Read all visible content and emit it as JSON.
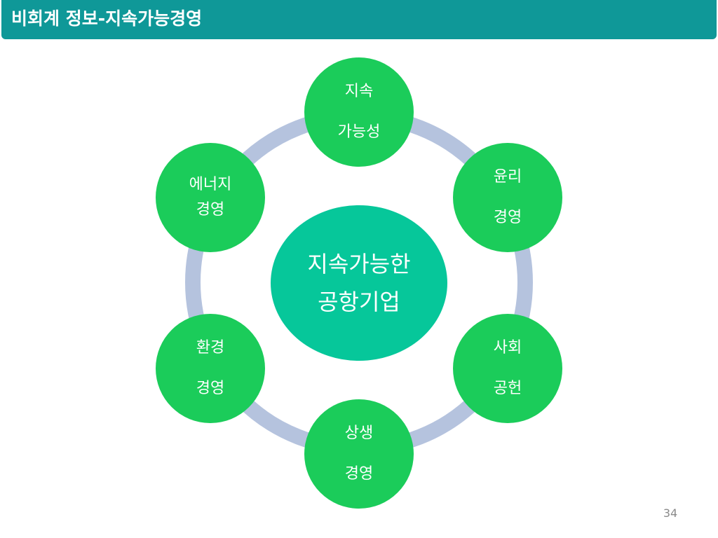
{
  "header": {
    "title": "비회계 정보-지속가능경영"
  },
  "diagram": {
    "center": {
      "line1": "지속가능한",
      "line2": "공항기업"
    },
    "nodes": [
      {
        "line1": "지속",
        "line2": "가능성"
      },
      {
        "line1": "윤리",
        "line2": "경영"
      },
      {
        "line1": "사회",
        "line2": "공헌"
      },
      {
        "line1": "상생",
        "line2": "경영"
      },
      {
        "line1": "환경",
        "line2": "경영"
      },
      {
        "line1": "에너지",
        "line2": "경영"
      }
    ],
    "colors": {
      "node_fill": "#1bcc5a",
      "center_fill": "#06c79a",
      "ring": "#b5c3de",
      "header_bar": "#0f9898"
    }
  },
  "footer": {
    "page_number": "34"
  }
}
